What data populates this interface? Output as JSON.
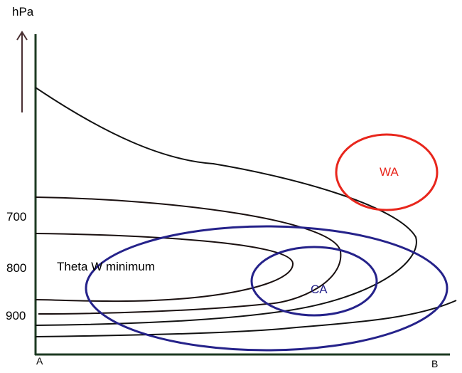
{
  "axis": {
    "unit": "hPa",
    "ticks": [
      "700",
      "800",
      "900"
    ],
    "x_start": "A",
    "x_end": "B"
  },
  "labels": {
    "minimum": "Theta W minimum",
    "cold_advection": "CA",
    "warm_advection": "WA"
  },
  "colors": {
    "axis": "#1d3a22",
    "isentrope": "#1a1010",
    "cold": "#25228a",
    "warm": "#e8261c",
    "arrow": "#4a3033"
  }
}
